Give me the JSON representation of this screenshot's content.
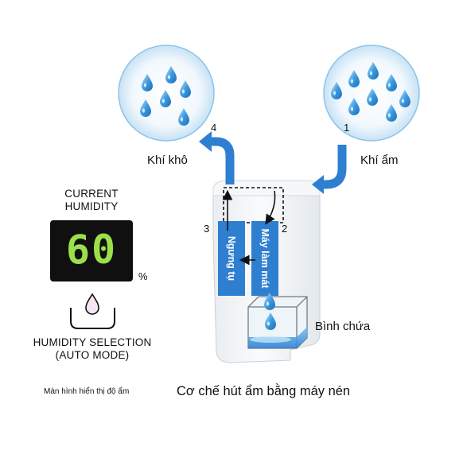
{
  "labels": {
    "step1": "1",
    "step2": "2",
    "step3": "3",
    "step4": "4",
    "dry_air": "Khí khô",
    "humid_air": "Khí ẩm",
    "condenser": "Ngưng tụ",
    "cooler": "Máy làm mát",
    "tank": "Bình chứa",
    "caption": "Cơ chế hút ẩm bằng máy nén"
  },
  "panel": {
    "current_humidity_line1": "CURRENT",
    "current_humidity_line2": "HUMIDITY",
    "display_value": "60",
    "unit": "%",
    "selection_line1": "HUMIDITY SELECTION",
    "selection_line2": "(AUTO MODE)",
    "caption": "Màn hình hiển thị độ ẩm"
  },
  "colors": {
    "arrow_blue": "#2f7fd0",
    "column_blue": "#2f7fd0",
    "display_digits": "#9be04a",
    "droplet": "#2e8fd8"
  },
  "icons": {
    "droplet": "water-drop-icon",
    "humidity_selector": "drop-in-tray-icon"
  }
}
